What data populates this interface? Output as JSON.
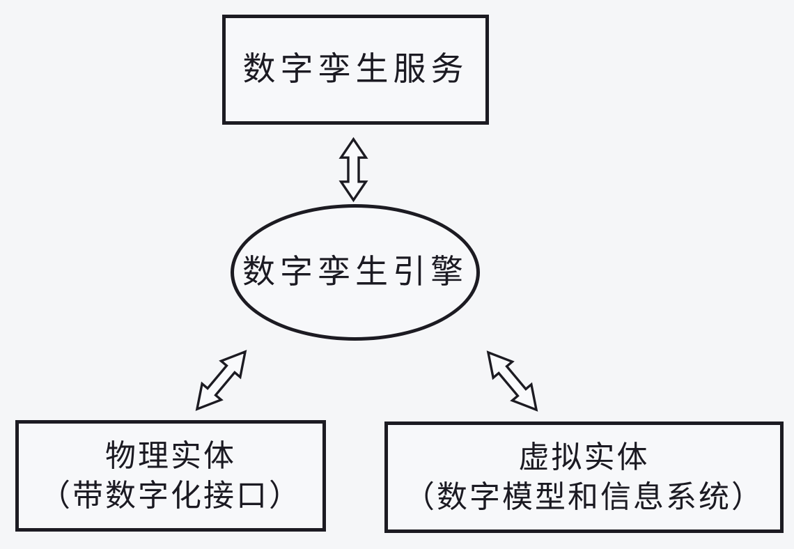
{
  "diagram": {
    "title_hint": "digital-twin-architecture",
    "colors": {
      "background": "#f5f6f8",
      "stroke": "#1c1b22",
      "text": "#1b1a22",
      "arrow_fill": "#f9fafc"
    },
    "nodes": {
      "service": {
        "shape": "rectangle",
        "label": "数字孪生服务"
      },
      "engine": {
        "shape": "ellipse",
        "label": "数字孪生引擎"
      },
      "physical": {
        "shape": "rectangle",
        "line1": "物理实体",
        "line2": "（带数字化接口）"
      },
      "virtual": {
        "shape": "rectangle",
        "line1": "虚拟实体",
        "line2": "（数字模型和信息系统）"
      }
    },
    "connections": [
      {
        "from": "engine",
        "to": "service",
        "style": "hollow-double-headed-arrow",
        "direction": "bidirectional"
      },
      {
        "from": "engine",
        "to": "physical",
        "style": "hollow-double-headed-arrow",
        "direction": "bidirectional"
      },
      {
        "from": "engine",
        "to": "virtual",
        "style": "hollow-double-headed-arrow",
        "direction": "bidirectional"
      }
    ]
  }
}
